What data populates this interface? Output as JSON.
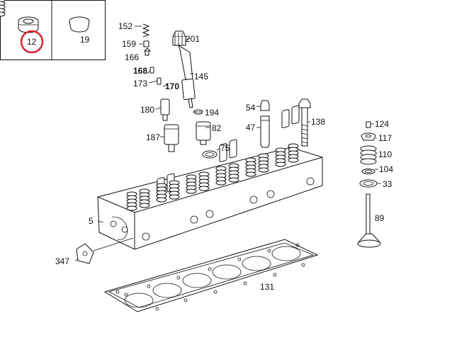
{
  "labels": {
    "p12": "12",
    "p19": "19",
    "p152": "152",
    "p159": "159",
    "p166": "166",
    "p168": "168",
    "p173": "173",
    "p170": "170",
    "p180": "180",
    "p187": "187",
    "p201": "201",
    "p145": "145",
    "p194": "194",
    "p82": "82",
    "p75": "75",
    "p54": "54",
    "p47": "47",
    "p138": "138",
    "p124": "124",
    "p117": "117",
    "p110": "110",
    "p104": "104",
    "p33": "33",
    "p89": "89",
    "p5": "5",
    "p347": "347",
    "p131": "131"
  },
  "colors": {
    "highlight": "#d9232e",
    "ink": "#111111"
  },
  "highlighted_part": "12"
}
